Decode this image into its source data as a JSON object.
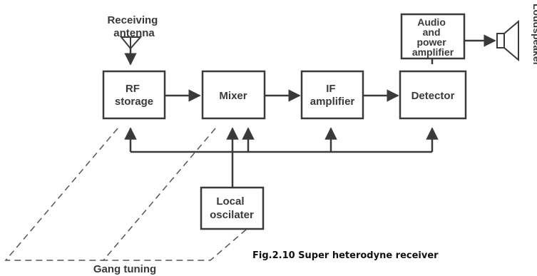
{
  "diagram": {
    "antenna_label": [
      "Receiving",
      "antenna"
    ],
    "blocks": {
      "rf": [
        "RF",
        "storage"
      ],
      "mixer": [
        "Mixer"
      ],
      "if": [
        "IF",
        "amplifier"
      ],
      "detector": [
        "Detector"
      ],
      "audio": [
        "Audio",
        "and",
        "power",
        "amplifier"
      ],
      "local_osc": [
        "Local",
        "oscilater"
      ]
    },
    "loudspeaker_label": "Loudspeaker",
    "gang_tuning_label": "Gang tuning",
    "caption": "Fig.2.10 Super heterodyne receiver"
  },
  "colors": {
    "line": "#3a3a3a",
    "dashed": "#555555",
    "background": "#ffffff"
  }
}
